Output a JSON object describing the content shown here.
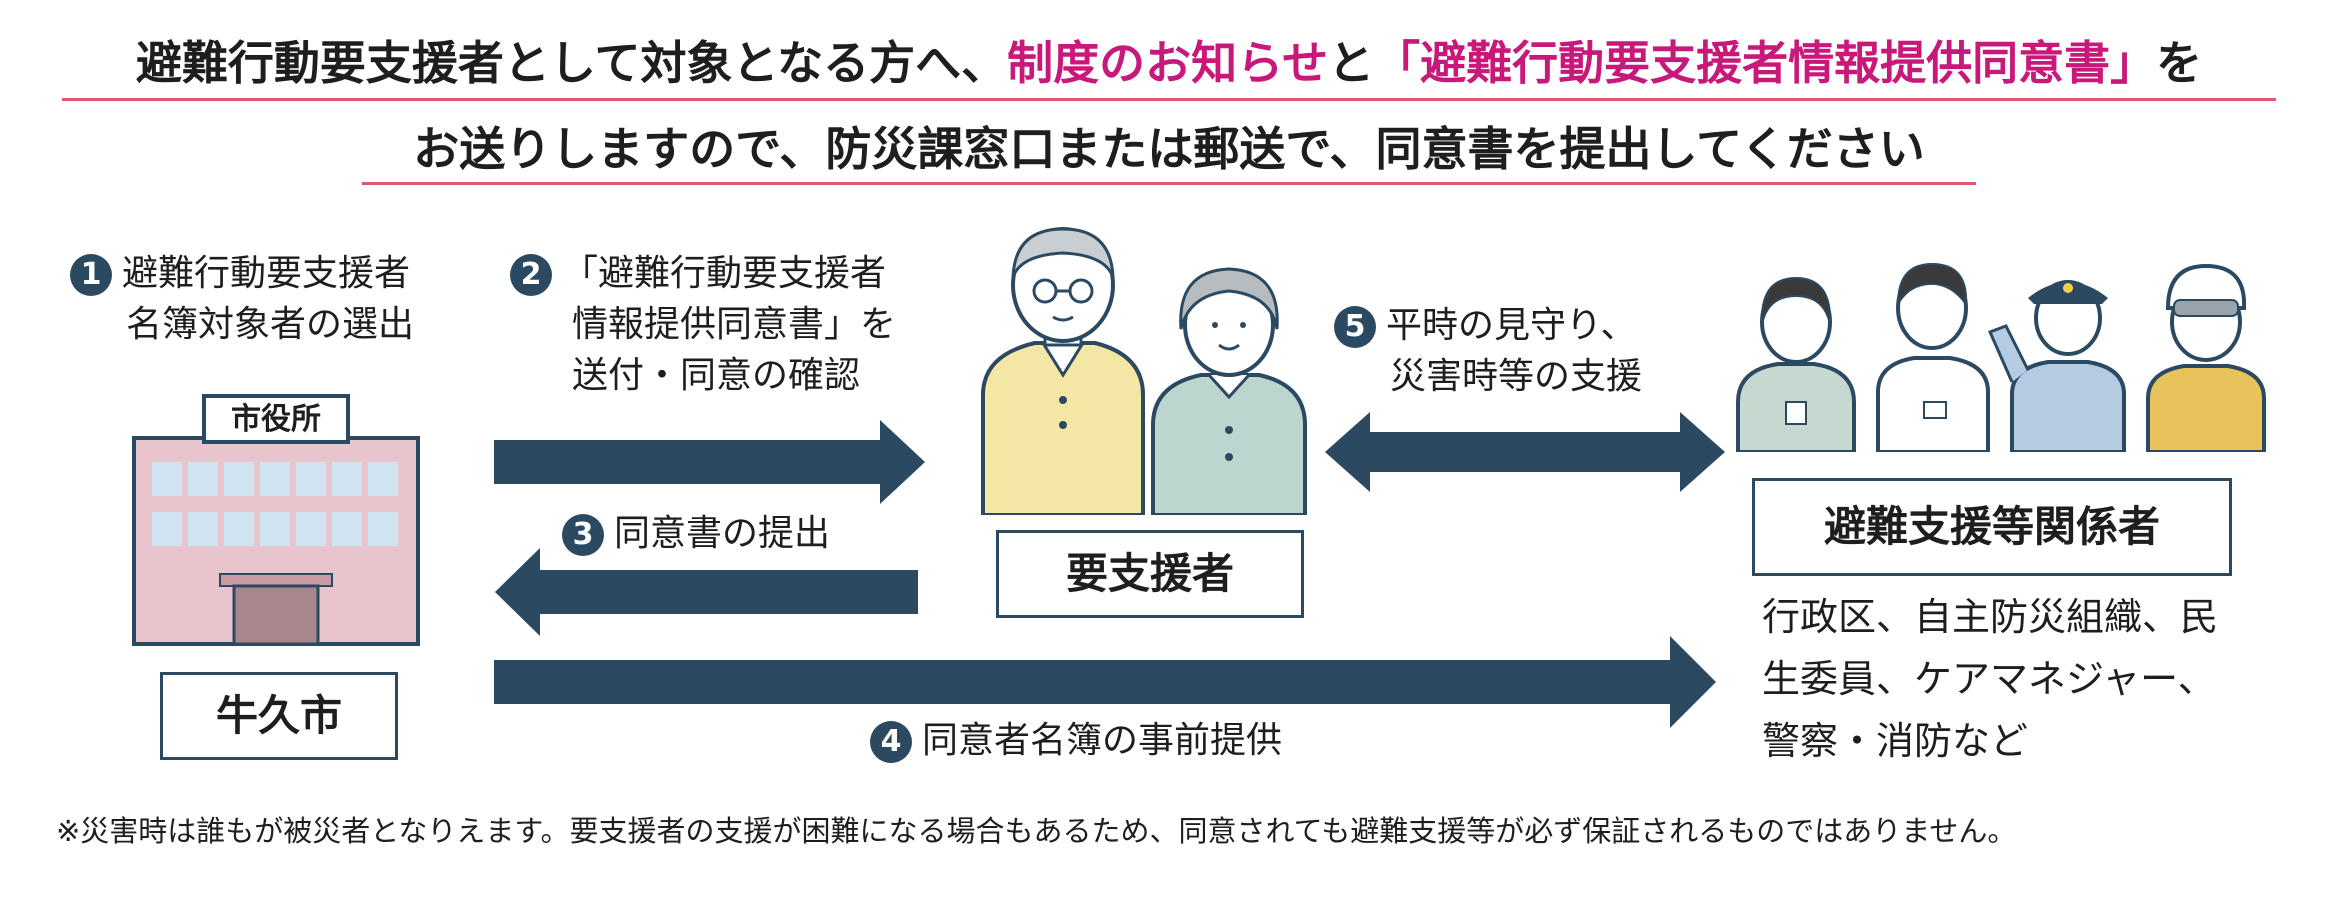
{
  "headline": {
    "line1_a": "避難行動要支援者として対象となる方へ、",
    "line1_b": "制度のお知らせ",
    "line1_c": "と",
    "line1_d": "「避難行動要支援者情報提供同意書」",
    "line1_e": "を",
    "line2": "お送りしますので、防災課窓口または郵送で、同意書を提出してください"
  },
  "steps": [
    {
      "num": "1",
      "lines": [
        "避難行動要支援者",
        "名簿対象者の選出"
      ]
    },
    {
      "num": "2",
      "lines": [
        "「避難行動要支援者",
        "情報提供同意書」を",
        "送付・同意の確認"
      ]
    },
    {
      "num": "3",
      "lines": [
        "同意書の提出"
      ]
    },
    {
      "num": "4",
      "lines": [
        "同意者名簿の事前提供"
      ]
    },
    {
      "num": "5",
      "lines": [
        "平時の見守り、",
        "災害時等の支援"
      ]
    }
  ],
  "city_hall": {
    "sign": "市役所",
    "label": "牛久市"
  },
  "persons_label": "要支援者",
  "supporters": {
    "label": "避難支援等関係者",
    "lines": [
      "行政区、自主防災組織、民",
      "生委員、ケアマネジャー、",
      "警察・消防など"
    ]
  },
  "note": "※災害時は誰もが被災者となりえます。要支援者の支援が困難になる場合もあるため、同意されても避難支援等が必ず保証されるものではありません。",
  "colors": {
    "navy": "#2b4a62",
    "accent_pink": "#c8197a",
    "underline": "#e0566a",
    "building": "#e8c4cc",
    "window": "#cfe4f0"
  }
}
